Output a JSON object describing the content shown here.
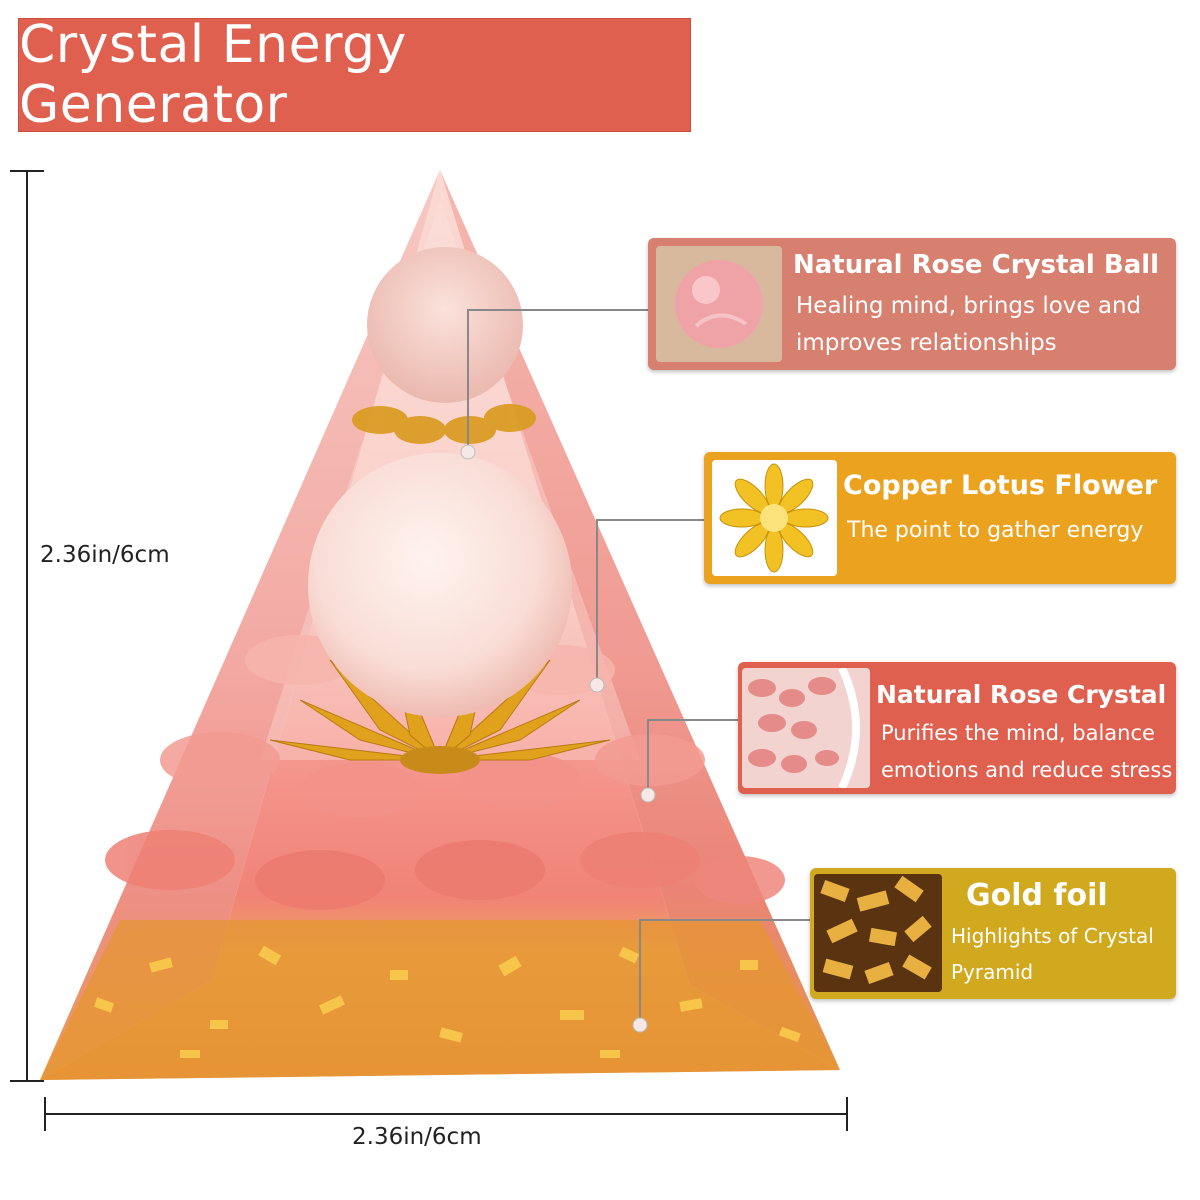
{
  "title": "Crystal Energy Generator",
  "dimensions": {
    "height_label": "2.36in/6cm",
    "width_label": "2.36in/6cm"
  },
  "callouts": [
    {
      "heading": "Natural Rose Crystal Ball",
      "lines": [
        "Healing mind, brings love and",
        "improves relationships"
      ],
      "color": "#d7806f",
      "thumb_icon": "rose-crystal-ball-icon"
    },
    {
      "heading": "Copper Lotus Flower",
      "lines": [
        "The point to gather energy"
      ],
      "color": "#eba21f",
      "thumb_icon": "lotus-flower-icon"
    },
    {
      "heading": "Natural Rose Crystal",
      "lines": [
        "Purifies the mind, balance",
        "emotions and reduce stress"
      ],
      "color": "#e0604f",
      "thumb_icon": "rose-crystal-chips-icon"
    },
    {
      "heading": "Gold foil",
      "lines": [
        "Highlights of Crystal",
        "Pyramid"
      ],
      "color": "#d0a91f",
      "thumb_icon": "gold-foil-icon"
    }
  ],
  "colors": {
    "title_background": "#e0604f",
    "pyramid_pink": "#f2a4a0",
    "gold": "#e0a030"
  }
}
